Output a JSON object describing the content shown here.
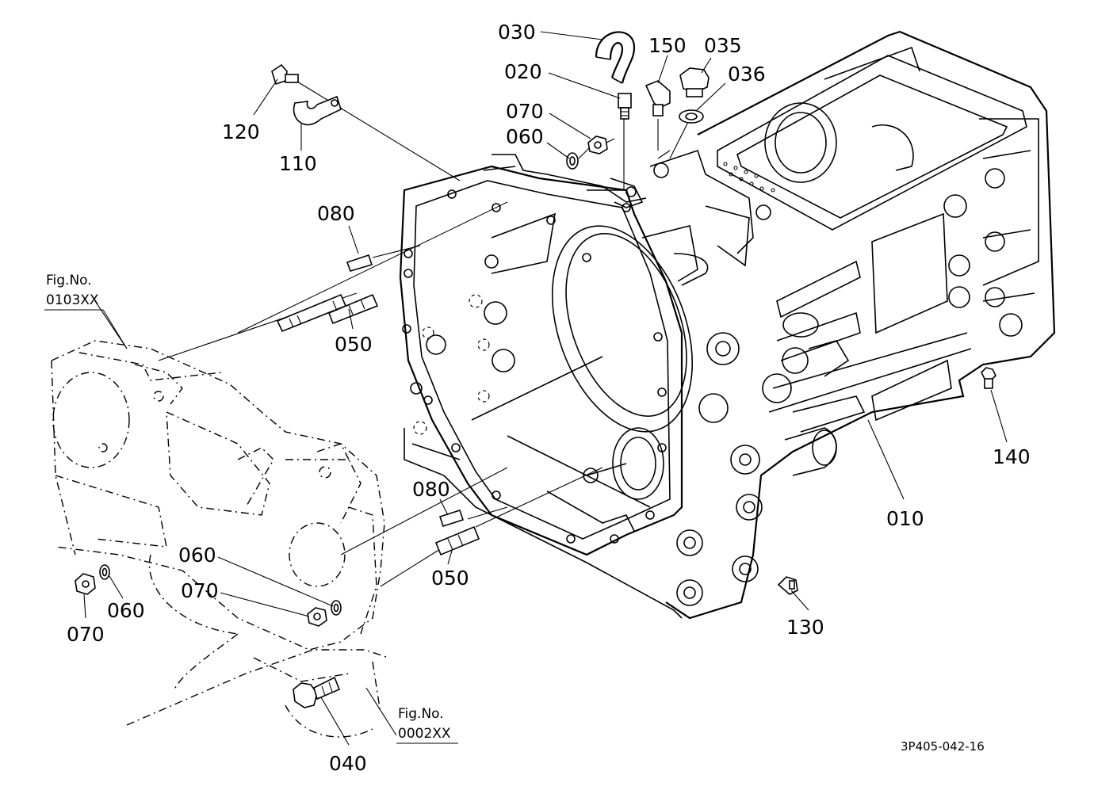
{
  "part_labels": {
    "p030": "030",
    "p150": "150",
    "p035": "035",
    "p020": "020",
    "p036": "036",
    "p120": "120",
    "p110": "110",
    "p070a": "070",
    "p060a": "060",
    "p080a": "080",
    "p050a": "050",
    "p010": "010",
    "p140": "140",
    "p080b": "080",
    "p050b": "050",
    "p060b": "060",
    "p070b": "070",
    "p060c": "060",
    "p070c": "070",
    "p130": "130",
    "p040": "040"
  },
  "fig_refs": {
    "front": {
      "title": "Fig.No.",
      "number": "0103XX"
    },
    "rear": {
      "title": "Fig.No.",
      "number": "0002XX"
    }
  },
  "drawing_id": "3P405-042-16"
}
